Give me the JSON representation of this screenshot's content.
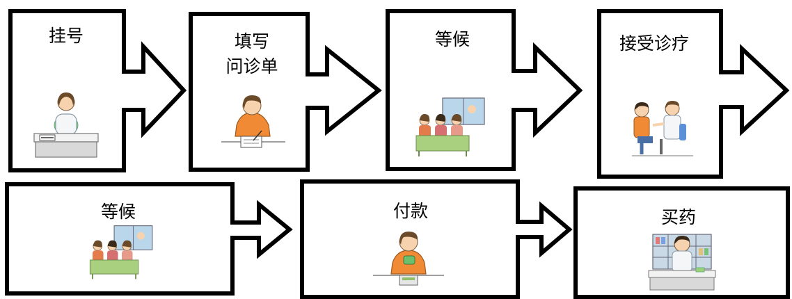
{
  "flow": {
    "steps": [
      {
        "id": "registration",
        "label": "挂号",
        "illustration": "receptionist-at-desk"
      },
      {
        "id": "fill-form",
        "label": "填写\n问诊单",
        "illustration": "man-writing-form"
      },
      {
        "id": "wait-1",
        "label": "等候",
        "illustration": "people-waiting-on-bench"
      },
      {
        "id": "consultation",
        "label": "接受诊疗",
        "illustration": "doctor-with-patient"
      },
      {
        "id": "wait-2",
        "label": "等候",
        "illustration": "people-waiting-on-bench"
      },
      {
        "id": "payment",
        "label": "付款",
        "illustration": "man-paying-at-counter"
      },
      {
        "id": "pharmacy",
        "label": "买药",
        "illustration": "pharmacist-at-counter"
      }
    ]
  },
  "colors": {
    "outline": "#000000",
    "skin": "#f6d2ae",
    "hair": "#6b4a2a",
    "orange_shirt": "#f08a34",
    "white_coat": "#f4f6f8",
    "bench_green": "#a9d07e",
    "counter_gray": "#d9d9d9",
    "window_blue": "#b9d6ea",
    "green_scrub": "#9bd27a"
  }
}
